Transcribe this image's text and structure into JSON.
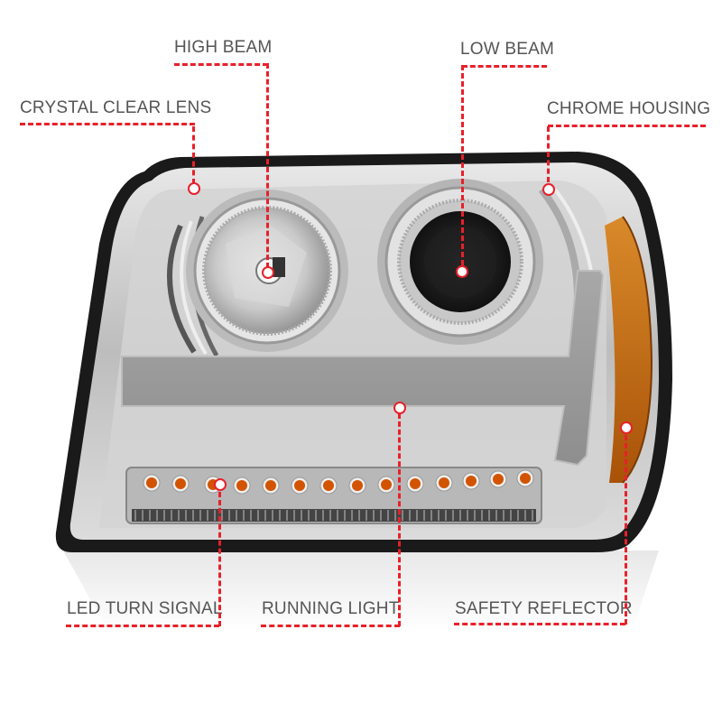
{
  "product": {
    "name": "Chrome headlight assembly",
    "colors": {
      "callout_line": "#e8202a",
      "label_text": "#555555",
      "housing_chrome": "#c9c9c9",
      "frame_black": "#1a1a1a",
      "amber_reflector": "#c46a10",
      "led_amber": "#d35400",
      "projector_dark": "#1c1c1c",
      "light_bar": "#9a9a9a"
    }
  },
  "callouts": {
    "high_beam": {
      "label": "HIGH BEAM"
    },
    "crystal_clear_lens": {
      "label": "CRYSTAL CLEAR LENS"
    },
    "low_beam": {
      "label": "LOW BEAM"
    },
    "chrome_housing": {
      "label": "CHROME HOUSING"
    },
    "led_turn_signal": {
      "label": "LED TURN SIGNAL"
    },
    "running_light": {
      "label": "RUNNING LIGHT"
    },
    "safety_reflector": {
      "label": "SAFETY REFLECTOR"
    }
  },
  "led_strip": {
    "count": 14
  }
}
